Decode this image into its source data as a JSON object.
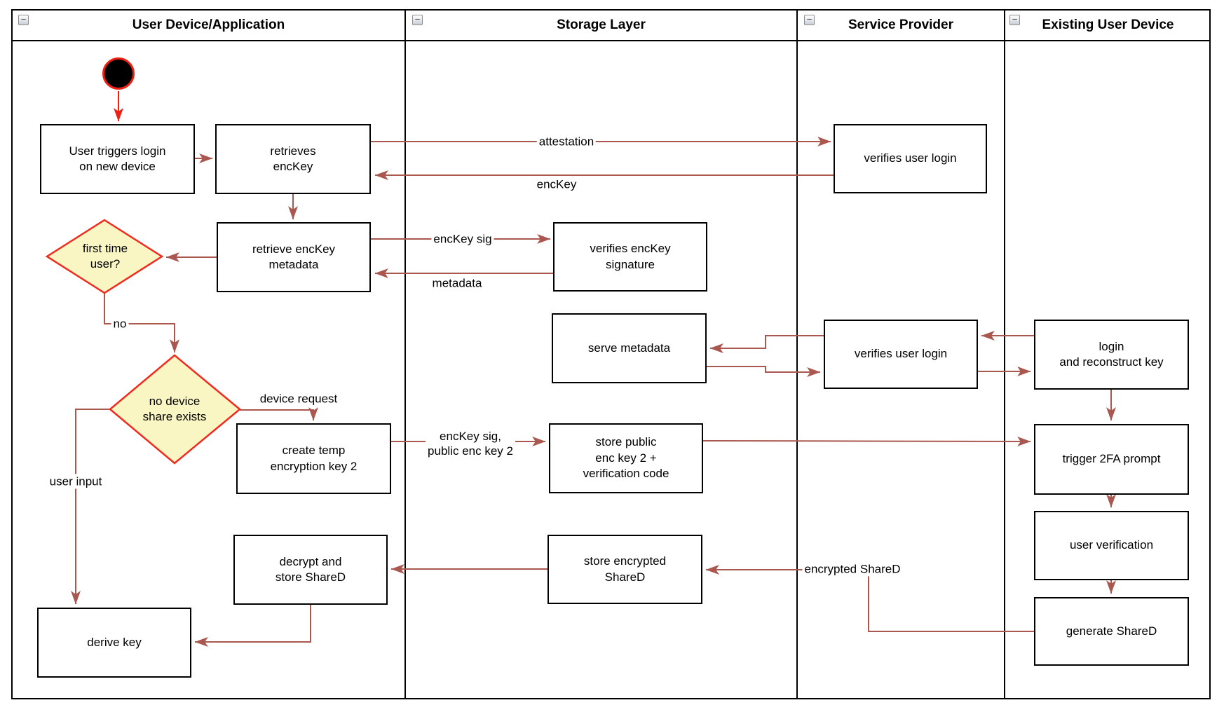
{
  "ui": {
    "collapse_glyph": "−"
  },
  "colors": {
    "node_border": "#000000",
    "node_fill": "#ffffff",
    "arrow": "#aa584f",
    "highlight_red": "#ef2011",
    "decision_fill": "#f9f6c3",
    "decision_border": "#f12a1d"
  },
  "lanes": [
    {
      "title": "User Device/Application"
    },
    {
      "title": "Storage Layer"
    },
    {
      "title": "Service Provider"
    },
    {
      "title": "Existing User Device"
    }
  ],
  "nodes": {
    "user_triggers": {
      "label": "User triggers login\non new device"
    },
    "retrieves_enckey": {
      "label": "retrieves\nencKey"
    },
    "retrieve_metadata": {
      "label": "retrieve encKey\nmetadata"
    },
    "first_time_user": {
      "label": "first time\nuser?"
    },
    "no_device_share": {
      "label": "no device\nshare exists"
    },
    "create_temp_key": {
      "label": "create temp\nencryption key 2"
    },
    "decrypt_store_shared": {
      "label": "decrypt and\nstore ShareD"
    },
    "derive_key": {
      "label": "derive key"
    },
    "verifies_enckey_signature": {
      "label": "verifies encKey\nsignature"
    },
    "serve_metadata": {
      "label": "serve metadata"
    },
    "store_public_key": {
      "label": "store public\nenc key 2 +\nverification code"
    },
    "store_encrypted_shared": {
      "label": "store encrypted\nShareD"
    },
    "verifies_user_login_top": {
      "label": "verifies user login"
    },
    "verifies_user_login_mid": {
      "label": "verifies user login"
    },
    "login_reconstruct": {
      "label": "login\nand reconstruct key"
    },
    "trigger_2fa": {
      "label": "trigger 2FA prompt"
    },
    "user_verification": {
      "label": "user verification"
    },
    "generate_shared": {
      "label": "generate ShareD"
    }
  },
  "edge_labels": {
    "attestation": "attestation",
    "enckey": "encKey",
    "enckey_sig": "encKey sig",
    "metadata": "metadata",
    "no": "no",
    "device_request": "device request",
    "user_input": "user input",
    "enckey_sig_public": "encKey sig,\npublic enc key 2",
    "encrypted_shared": "encrypted ShareD"
  }
}
